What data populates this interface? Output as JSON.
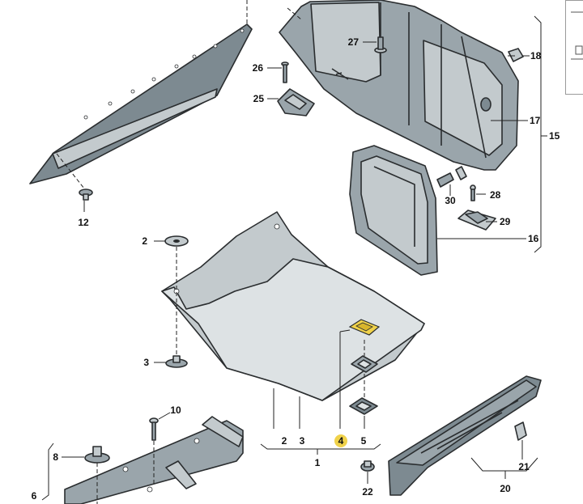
{
  "labels": {
    "l1": "1",
    "l2": "2",
    "l3": "3",
    "l4": "4",
    "l5": "5",
    "l6": "6",
    "l8": "8",
    "l10": "10",
    "l12": "12",
    "l15": "15",
    "l16": "16",
    "l17": "17",
    "l18": "18",
    "l20": "20",
    "l21": "21",
    "l22": "22",
    "l25": "25",
    "l26": "26",
    "l27": "27",
    "l28": "28",
    "l29": "29",
    "l30": "30",
    "g1_2": "2",
    "g1_3": "3",
    "g1_4": "4",
    "g1_5": "5"
  },
  "colors": {
    "panel_dark": "#7d8a91",
    "panel_mid": "#9aa5ab",
    "panel_light": "#c3cacd",
    "highlight": "#f0d24a"
  }
}
